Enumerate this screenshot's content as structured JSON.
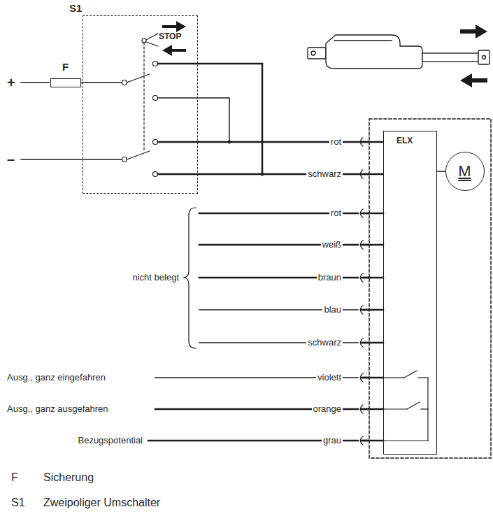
{
  "diagram": {
    "nodes": [
      {
        "text": [
          "S1",
          "STOP"
        ]
      },
      {
        "text": [
          "F"
        ]
      },
      {
        "text": [
          "ELX"
        ]
      },
      {
        "text": [
          "M"
        ]
      }
    ],
    "edges": [
      {
        "from": 1,
        "to": 0,
        "arrow": "none"
      },
      {
        "from": 0,
        "to": 2,
        "label": "rot",
        "arrow": "none"
      },
      {
        "from": 0,
        "to": 2,
        "label": "schwarz",
        "arrow": "none"
      },
      {
        "from": 2,
        "to": 3,
        "arrow": "none"
      }
    ],
    "labels": [
      "+",
      "–",
      "rot",
      "weiß",
      "braun",
      "blau",
      "schwarz",
      "nicht belegt",
      "Ausg., ganz eingefahren",
      "violett",
      "Ausg., ganz ausgefahren",
      "orange",
      "Bezugspotential",
      "grau",
      "F",
      "Sicherung",
      "S1",
      "Zweipoliger Umschalter"
    ]
  }
}
